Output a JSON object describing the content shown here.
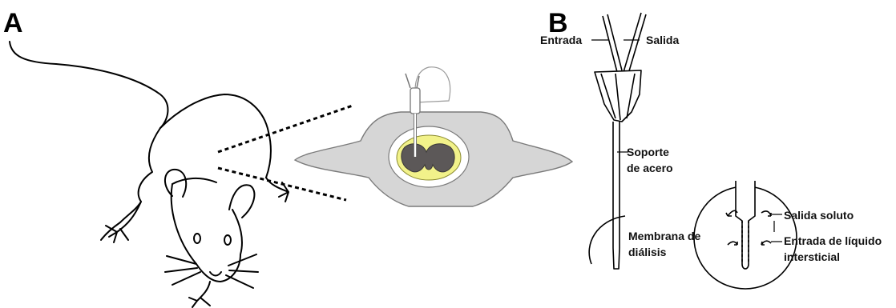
{
  "panels": {
    "a": {
      "letter": "A"
    },
    "b": {
      "letter": "B"
    }
  },
  "labels": {
    "entrada": "Entrada",
    "salida": "Salida",
    "soporte_line1": "Soporte",
    "soporte_line2": "de acero",
    "membrana_line1": "Membrana de",
    "membrana_line2": "diálisis",
    "salida_soluto": "Salida soluto",
    "entrada_liquido_line1": "Entrada de líquido",
    "entrada_liquido_line2": "intersticial"
  },
  "colors": {
    "bone_fill": "#d6d6d6",
    "white_matter": "#f2f28a",
    "gray_matter": "#5c5858",
    "outline": "#000000"
  }
}
